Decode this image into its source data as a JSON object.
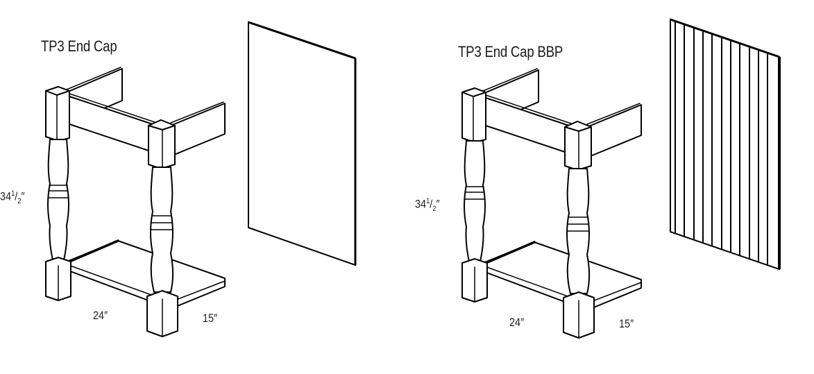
{
  "diagrams": [
    {
      "title": "TP3 End Cap",
      "panel_type": "flat",
      "dimensions": {
        "height_whole": "34",
        "height_num": "1",
        "height_den": "2",
        "height_unit": "″",
        "width": "24″",
        "depth": "15″"
      }
    },
    {
      "title": "TP3 End Cap BBP",
      "panel_type": "beadboard",
      "dimensions": {
        "height_whole": "34",
        "height_num": "1",
        "height_den": "2",
        "height_unit": "″",
        "width": "24″",
        "depth": "15″"
      }
    }
  ],
  "colors": {
    "line": "#000000",
    "background": "#ffffff",
    "text": "#222222"
  }
}
